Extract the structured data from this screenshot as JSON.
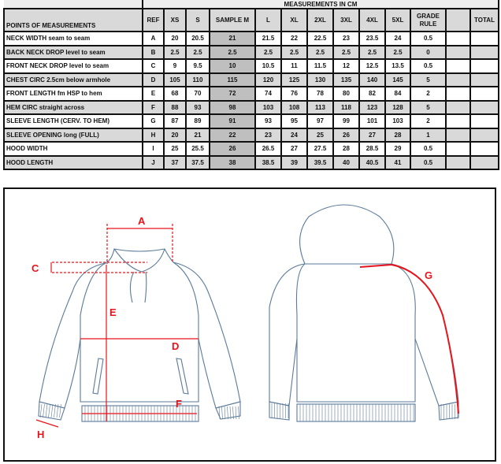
{
  "table": {
    "group_header": "MEASUREMENTS IN CM",
    "columns": [
      "POINTS OF MEASUREMENTS",
      "REF",
      "XS",
      "S",
      "SAMPLE M",
      "L",
      "XL",
      "2XL",
      "3XL",
      "4XL",
      "5XL",
      "GRADE RULE",
      "",
      "TOTAL"
    ],
    "rows": [
      [
        "NECK WIDTH seam to seam",
        "A",
        "20",
        "20.5",
        "21",
        "21.5",
        "22",
        "22.5",
        "23",
        "23.5",
        "24",
        "0.5",
        "",
        ""
      ],
      [
        "BACK NECK DROP  level to seam",
        "B",
        "2.5",
        "2.5",
        "2.5",
        "2.5",
        "2.5",
        "2.5",
        "2.5",
        "2.5",
        "2.5",
        "0",
        "",
        ""
      ],
      [
        "FRONT NECK DROP level to seam",
        "C",
        "9",
        "9.5",
        "10",
        "10.5",
        "11",
        "11.5",
        "12",
        "12.5",
        "13.5",
        "0.5",
        "",
        ""
      ],
      [
        "CHEST CIRC 2.5cm below armhole",
        "D",
        "105",
        "110",
        "115",
        "120",
        "125",
        "130",
        "135",
        "140",
        "145",
        "5",
        "",
        ""
      ],
      [
        "FRONT LENGTH fm HSP to hem",
        "E",
        "68",
        "70",
        "72",
        "74",
        "76",
        "78",
        "80",
        "82",
        "84",
        "2",
        "",
        ""
      ],
      [
        "HEM CIRC straight across",
        "F",
        "88",
        "93",
        "98",
        "103",
        "108",
        "113",
        "118",
        "123",
        "128",
        "5",
        "",
        ""
      ],
      [
        "SLEEVE LENGTH (CERV. TO HEM)",
        "G",
        "87",
        "89",
        "91",
        "93",
        "95",
        "97",
        "99",
        "101",
        "103",
        "2",
        "",
        ""
      ],
      [
        "SLEEVE OPENING long (FULL)",
        "H",
        "20",
        "21",
        "22",
        "23",
        "24",
        "25",
        "26",
        "27",
        "28",
        "1",
        "",
        ""
      ],
      [
        "HOOD WIDTH",
        "I",
        "25",
        "25.5",
        "26",
        "26.5",
        "27",
        "27.5",
        "28",
        "28.5",
        "29",
        "0.5",
        "",
        ""
      ],
      [
        "HOOD LENGTH",
        "J",
        "37",
        "37.5",
        "38",
        "38.5",
        "39",
        "39.5",
        "40",
        "40.5",
        "41",
        "0.5",
        "",
        ""
      ]
    ]
  },
  "diagram": {
    "labels": {
      "A": "A",
      "C": "C",
      "D": "D",
      "E": "E",
      "F": "F",
      "G": "G",
      "H": "H"
    },
    "colors": {
      "outline": "#5b7a9a",
      "measure": "#e8141b"
    }
  }
}
